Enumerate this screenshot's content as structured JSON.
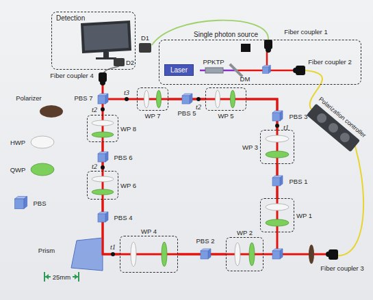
{
  "diagram": {
    "nodes": [
      {
        "text": [
          "Detection"
        ]
      },
      {
        "text": [
          "Single photon source"
        ]
      },
      {
        "text": [
          "Laser"
        ],
        "in": 1
      },
      {
        "text": [
          "WP 7"
        ]
      },
      {
        "text": [
          "WP 5"
        ]
      },
      {
        "text": [
          "WP 8"
        ]
      },
      {
        "text": [
          "WP 3"
        ]
      },
      {
        "text": [
          "WP 6"
        ]
      },
      {
        "text": [
          "WP 1"
        ]
      },
      {
        "text": [
          "WP 4"
        ]
      },
      {
        "text": [
          "WP 2"
        ]
      }
    ],
    "edges": [
      {
        "from": 4,
        "to": 3,
        "arrow": "none"
      },
      {
        "from": 6,
        "to": 4,
        "arrow": "none"
      },
      {
        "from": 8,
        "to": 6,
        "arrow": "none"
      },
      {
        "from": 10,
        "to": 9,
        "arrow": "none"
      },
      {
        "from": 9,
        "to": 7,
        "arrow": "none"
      },
      {
        "from": 7,
        "to": 5,
        "arrow": "none"
      }
    ],
    "labels": [
      "D1",
      "D2",
      "Fiber coupler 4",
      "Fiber coupler 1",
      "Fiber coupler 2",
      "PPKTP",
      "DM",
      "PBS 7",
      "t3",
      "PBS 5",
      "t2",
      "PBS 3",
      "t1",
      "Polarization controller",
      "t2",
      "PBS 6",
      "t2",
      "PBS 1",
      "PBS 4",
      "Prism",
      "t1",
      "PBS 2",
      "Fiber coupler 3",
      "25mm"
    ],
    "legend": [
      {
        "text": "Polarizer"
      },
      {
        "text": "HWP"
      },
      {
        "text": "QWP"
      },
      {
        "text": "PBS"
      }
    ]
  }
}
